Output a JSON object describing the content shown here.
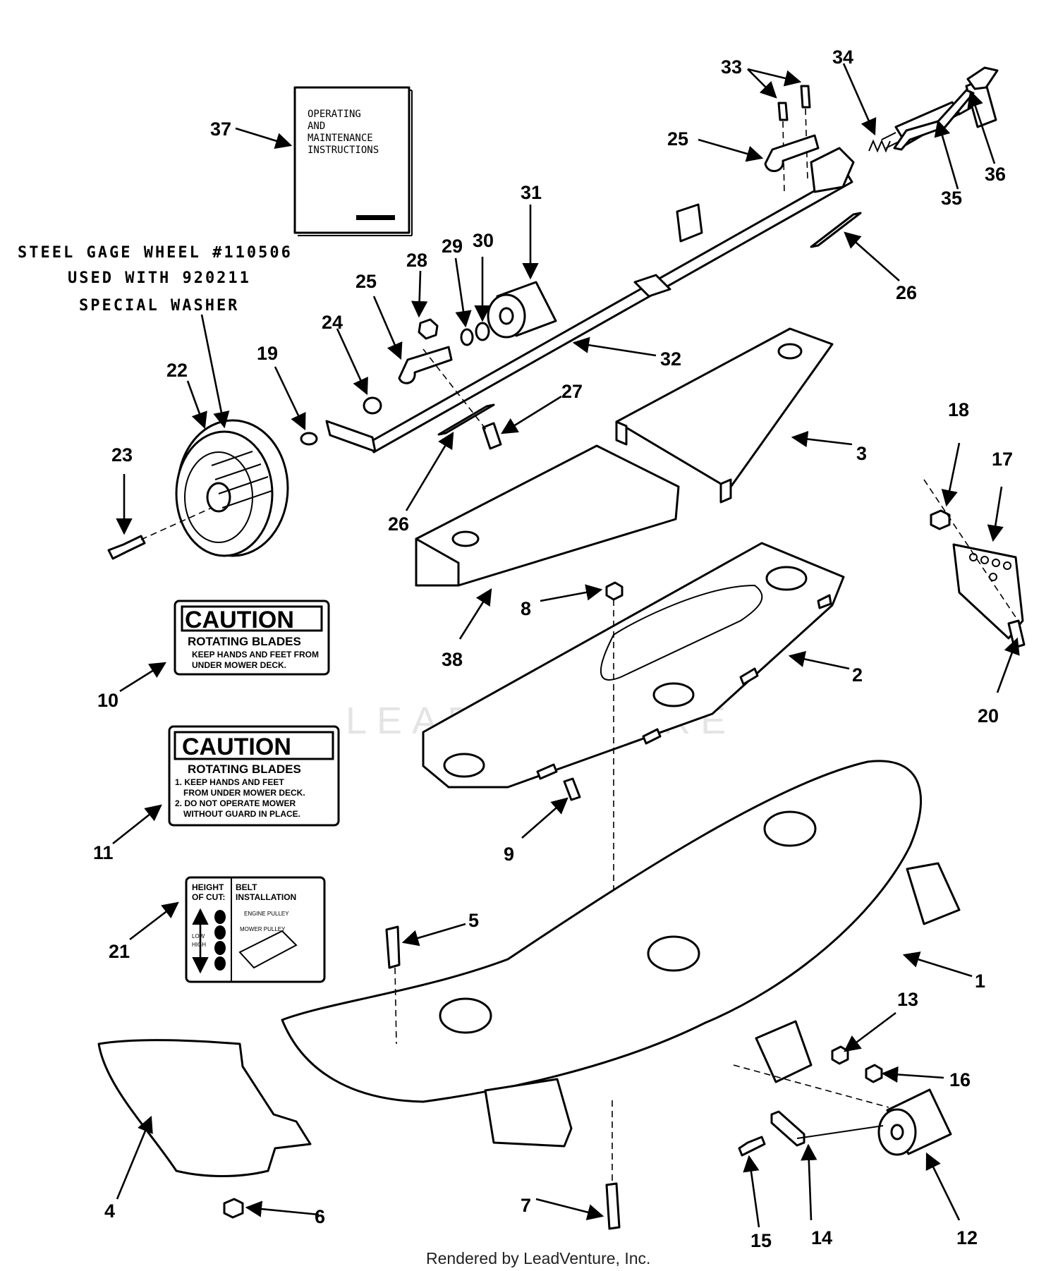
{
  "note_lines": [
    "STEEL GAGE WHEEL #110506",
    "USED WITH 920211",
    "SPECIAL WASHER"
  ],
  "manual_lines": [
    "OPERATING",
    "AND",
    "MAINTENANCE",
    "INSTRUCTIONS"
  ],
  "decal_10": {
    "title": "CAUTION",
    "subtitle": "ROTATING BLADES",
    "lines": [
      "KEEP HANDS AND FEET FROM",
      "UNDER MOWER DECK."
    ]
  },
  "decal_11": {
    "title": "CAUTION",
    "subtitle": "ROTATING BLADES",
    "lines": [
      "1. KEEP HANDS AND FEET",
      "FROM UNDER MOWER DECK.",
      "2. DO NOT OPERATE MOWER",
      "WITHOUT GUARD IN PLACE."
    ]
  },
  "decal_21": {
    "left": [
      "HEIGHT",
      "OF CUT:"
    ],
    "right": [
      "BELT",
      "INSTALLATION"
    ],
    "low": "LOW",
    "high": "HIGH",
    "engine_pulley": "ENGINE PULLEY",
    "mower_pulley": "MOWER PULLEY"
  },
  "callouts": [
    "1",
    "2",
    "3",
    "4",
    "5",
    "6",
    "7",
    "8",
    "9",
    "10",
    "11",
    "12",
    "13",
    "14",
    "15",
    "16",
    "17",
    "18",
    "19",
    "20",
    "21",
    "22",
    "23",
    "24",
    "25",
    "25",
    "26",
    "26",
    "27",
    "28",
    "29",
    "30",
    "31",
    "32",
    "33",
    "34",
    "35",
    "36",
    "37",
    "38"
  ],
  "watermark": "LEADVENTURE",
  "footer": "Rendered by LeadVenture, Inc."
}
